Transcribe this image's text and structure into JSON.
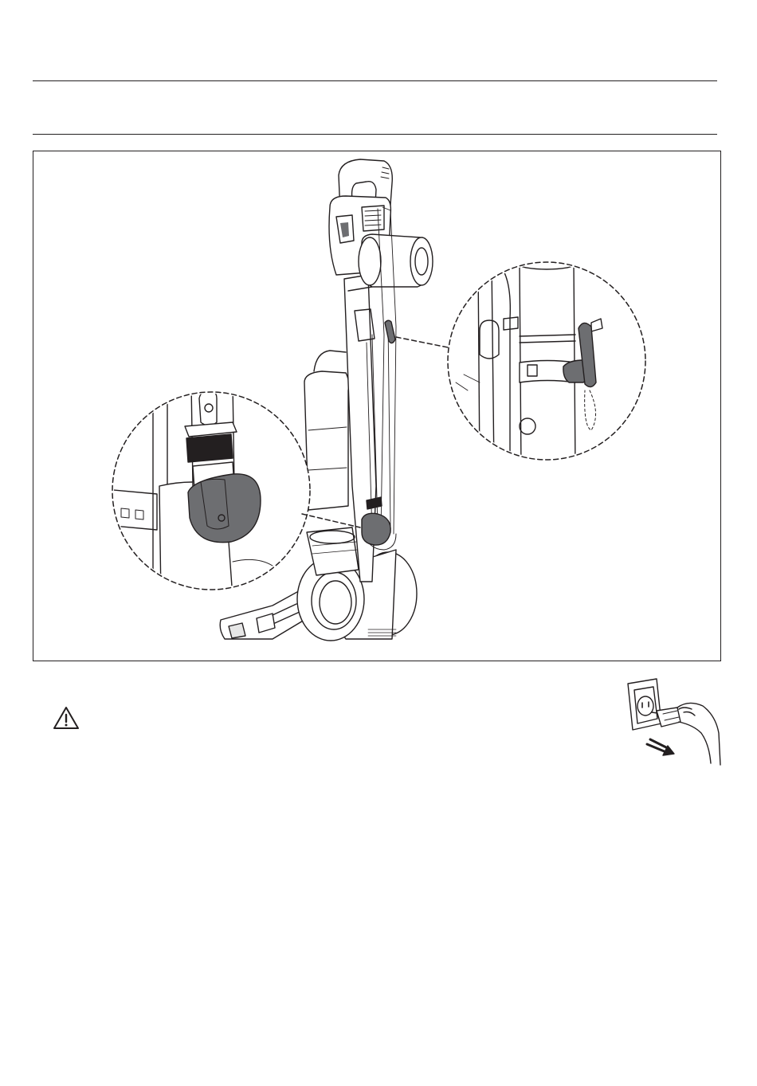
{
  "page": {
    "background": "#ffffff",
    "line_color": "#231f20"
  },
  "figure": {
    "illustration": "upright-vacuum-cleaner-with-cord-wrapped-on-hooks",
    "callouts": [
      {
        "name": "lower-cord-hook-detail",
        "hook_color": "#6d6e71"
      },
      {
        "name": "upper-cord-hook-detail",
        "hook_color": "#6d6e71"
      }
    ]
  },
  "warning": {
    "icon": "warning-triangle-icon"
  },
  "unplug": {
    "icon": "unplug-power-cord-icon"
  }
}
